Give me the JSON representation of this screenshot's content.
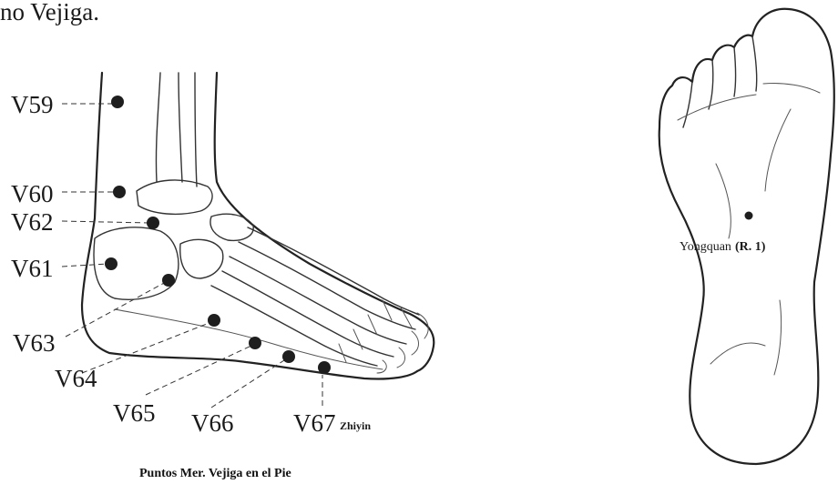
{
  "header": {
    "text": "no Vejiga."
  },
  "caption": "Puntos  Mer. Vejiga en el Pie",
  "foot_side": {
    "points": [
      {
        "label": "V59"
      },
      {
        "label": "V60"
      },
      {
        "label": "V62"
      },
      {
        "label": "V61"
      },
      {
        "label": "V63"
      },
      {
        "label": "V64"
      },
      {
        "label": "V65"
      },
      {
        "label": "V66"
      },
      {
        "label": "V67"
      }
    ],
    "zhiyin_label": "Zhiyin"
  },
  "sole": {
    "point_name": "Yongquan",
    "point_code": "(R. 1)"
  }
}
